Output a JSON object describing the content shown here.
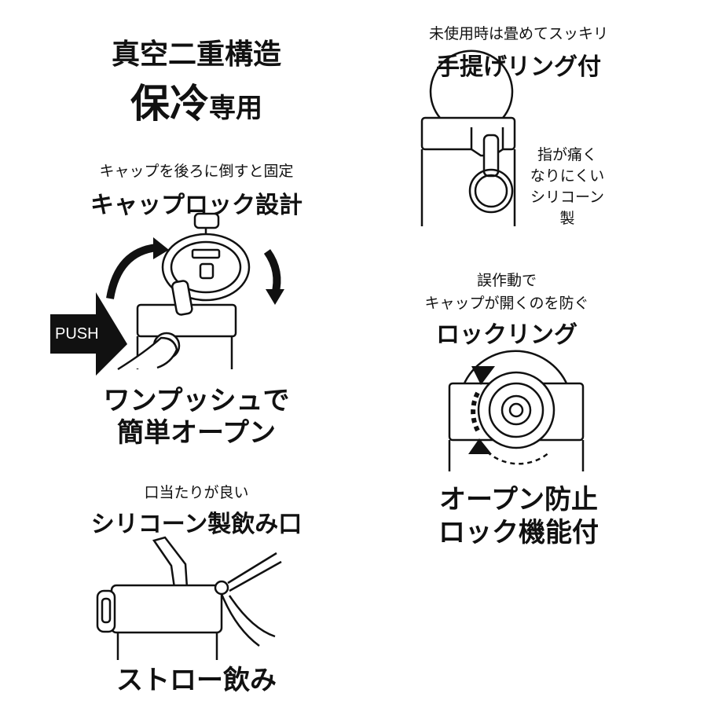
{
  "left": {
    "heading1": "真空二重構造",
    "heading2_big": "保冷",
    "heading2_small": "専用",
    "cap_caption": "キャップを後ろに倒すと固定",
    "cap_title": "キャップロック設計",
    "push_label": "PUSH",
    "one_push_1": "ワンプッシュで",
    "one_push_2": "簡単オープン",
    "mouth_caption": "口当たりが良い",
    "mouth_title": "シリコーン製飲み口",
    "straw_title": "ストロー飲み"
  },
  "right": {
    "ring_caption": "未使用時は畳めてスッキリ",
    "ring_title": "手提げリング付",
    "silicone_1": "指が痛く",
    "silicone_2": "なりにくい",
    "silicone_3": "シリコーン",
    "silicone_4": "製",
    "lock_caption_1": "誤作動で",
    "lock_caption_2": "キャップが開くのを防ぐ",
    "lock_title": "ロックリング",
    "open_lock_1": "オープン防止",
    "open_lock_2": "ロック機能付"
  }
}
